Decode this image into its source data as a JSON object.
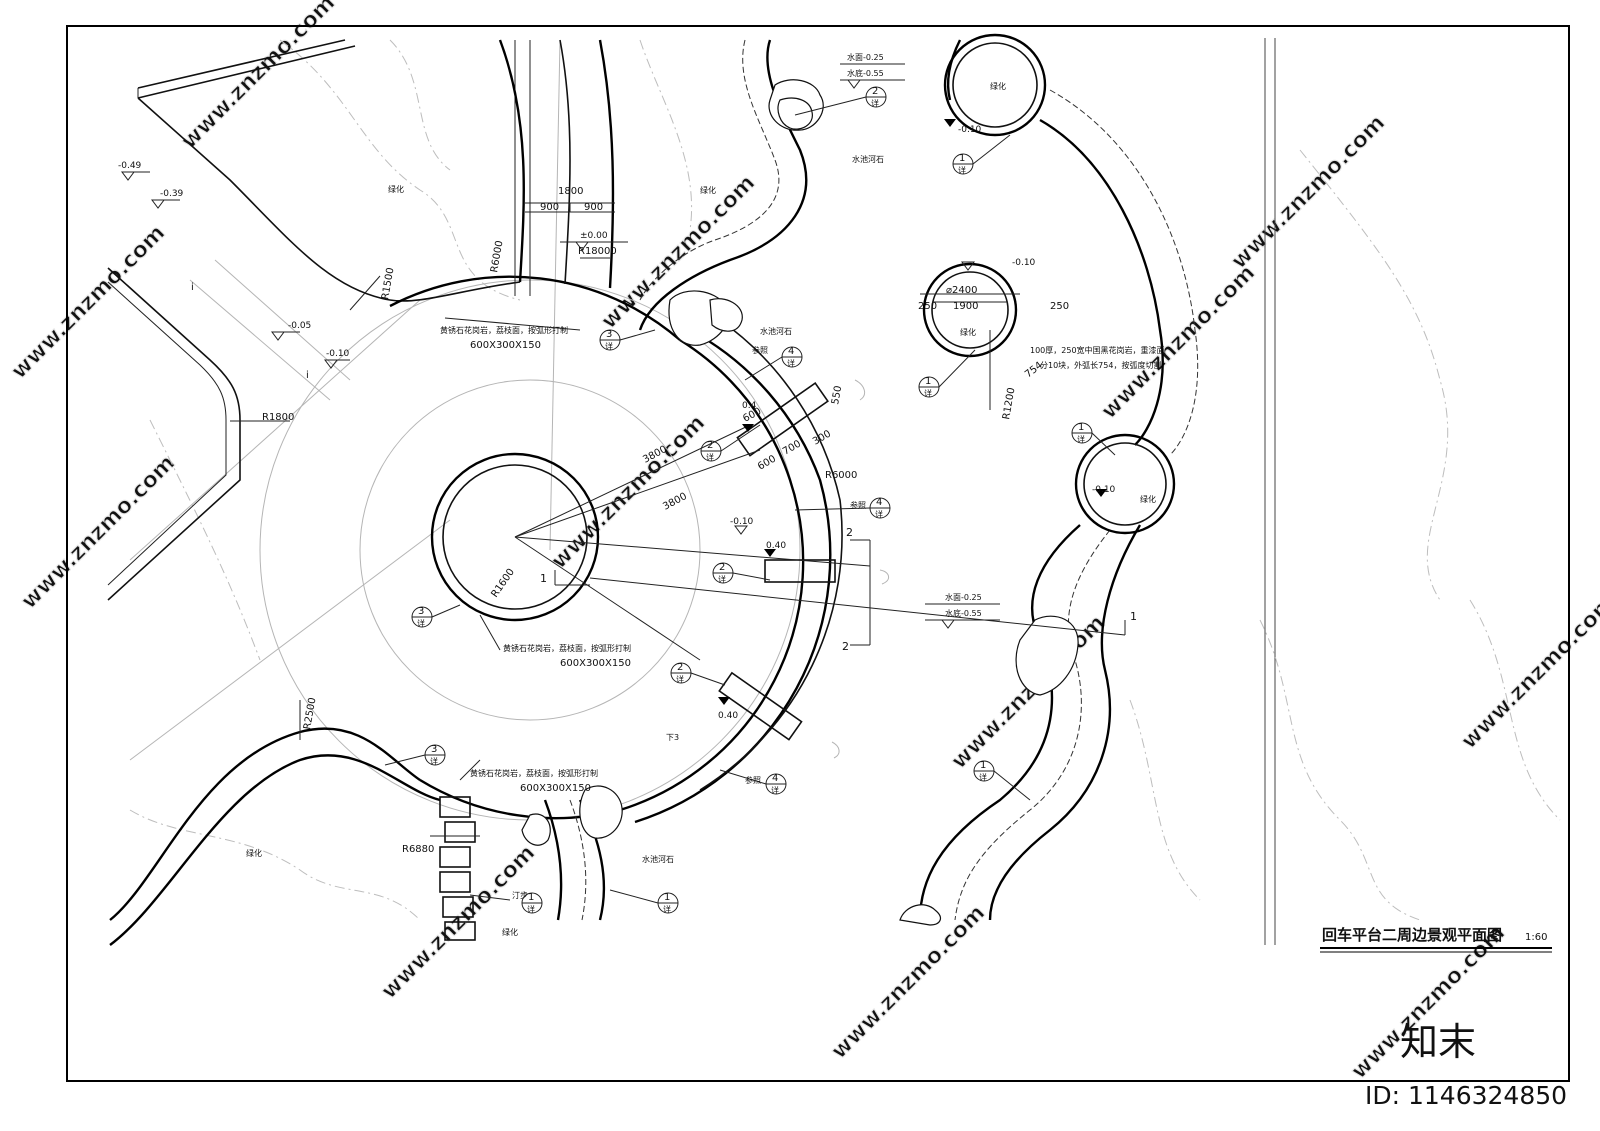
{
  "plan": {
    "title": "回车平台二周边景观平面图",
    "scale": "1:60",
    "watermark_text": "www.znzmo.com",
    "brand_watermark": "知末",
    "id_label": "ID: 1146324850"
  },
  "labels": {
    "green": "绿化",
    "stream_rock": "水池河石",
    "stepping": "汀步",
    "paving": "黄锈石花岗岩，荔枝面，按弧形打制",
    "paving_size": "600X300X150",
    "ref_see": "参照",
    "ring_note_1": "100厚，250宽中国黑花岗岩，重漆面",
    "ring_note_2": "分10块，外弧长754，按弧度切割",
    "water_surface": "水面-0.25",
    "water_bottom": "水底-0.55",
    "down": "下3"
  },
  "elevations": {
    "e_049": "-0.49",
    "e_039": "-0.39",
    "e_005": "-0.05",
    "e_010": "-0.10",
    "e_000": "±0.00",
    "e_040": "0.40",
    "e_040b": "0.4"
  },
  "dims": {
    "d1800": "1800",
    "d900": "900",
    "d3800": "3800",
    "d600": "600",
    "d700": "700",
    "d300": "300",
    "d550": "550",
    "d2400": "⌀2400",
    "d1900": "1900",
    "d250": "250",
    "d754": "754",
    "r18000": "R18000",
    "r6000": "R6000",
    "r1500": "R1500",
    "r1800": "R1800",
    "r1600": "R1600",
    "r2500": "R2500",
    "r6880": "R6880",
    "r1200": "R1200"
  },
  "markers": {
    "n1": "1",
    "n2": "2",
    "n3": "3",
    "n4": "4",
    "sheet": "详",
    "tick": "i"
  }
}
